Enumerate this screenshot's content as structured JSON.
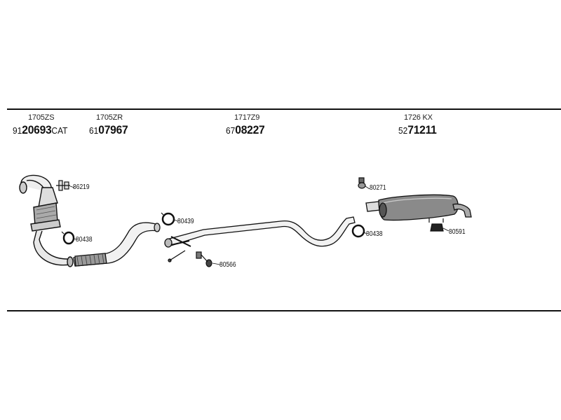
{
  "headers": [
    {
      "oe": "1705ZS",
      "prefix": "91",
      "main": "20693",
      "suffix": "CAT"
    },
    {
      "oe": "1705ZR",
      "prefix": "61",
      "main": "07967",
      "suffix": ""
    },
    {
      "oe": "1717Z9",
      "prefix": "67",
      "main": "08227",
      "suffix": ""
    },
    {
      "oe": "1726 KX",
      "prefix": "52",
      "main": "71211",
      "suffix": ""
    }
  ],
  "part_labels": {
    "clamp_86219": "86219",
    "ring_80438_a": "80438",
    "ring_80439": "80439",
    "clamp_80566": "80566",
    "clamp_80271": "80271",
    "ring_80438_b": "80438",
    "hanger_80591": "80591"
  }
}
